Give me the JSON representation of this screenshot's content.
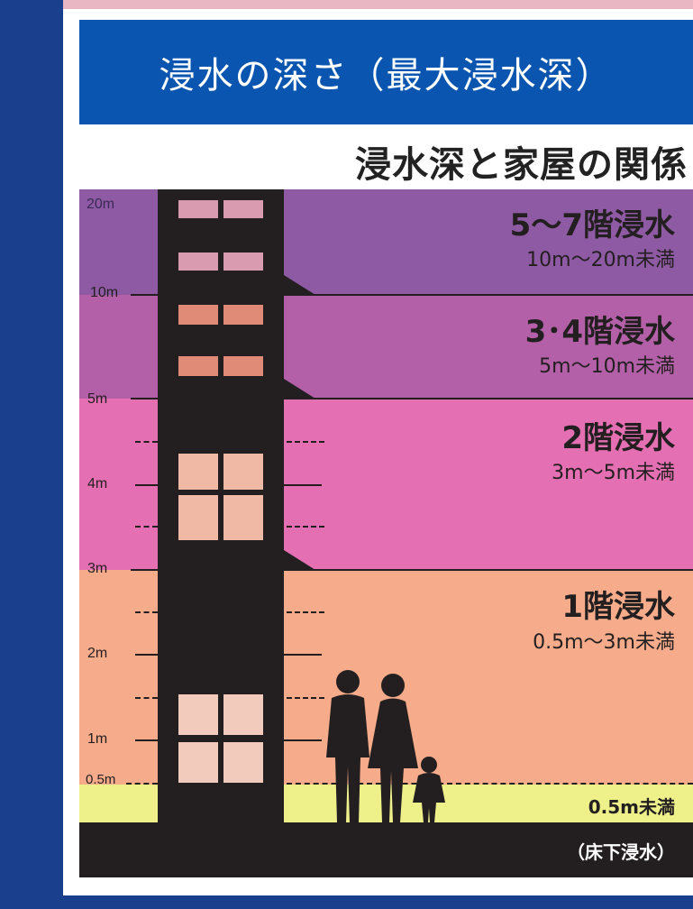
{
  "header": {
    "title": "浸水の深さ（最大浸水深）"
  },
  "subtitle": "浸水深と家屋の関係",
  "axis_labels": [
    "20m",
    "10m",
    "5m",
    "4m",
    "3m",
    "2m",
    "1m",
    "0.5m"
  ],
  "levels": [
    {
      "title": "5〜7階浸水",
      "range": "10m〜20m未満",
      "color": "#8e5aa3"
    },
    {
      "title": "3･4階浸水",
      "range": "5m〜10m未満",
      "color": "#b360a8"
    },
    {
      "title": "2階浸水",
      "range": "3m〜5m未満",
      "color": "#e46fb2"
    },
    {
      "title": "1階浸水",
      "range": "0.5m〜3m未満",
      "color": "#f6ab8a"
    }
  ],
  "under_floor": {
    "range": "0.5m未満",
    "label": "（床下浸水）",
    "color": "#eef08a"
  },
  "colors": {
    "background": "#1a3f8c",
    "title_bar": "#0a55b0",
    "ground": "#231f20"
  }
}
